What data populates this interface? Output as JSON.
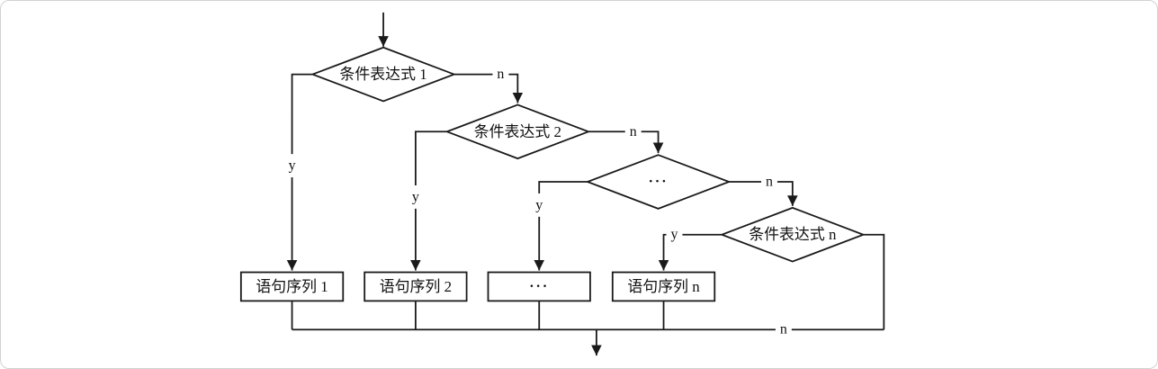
{
  "figure": {
    "kind": "flowchart",
    "background_color": "#ffffff",
    "line_color": "#1a1a1a",
    "text_color": "#111111",
    "decisions": [
      {
        "label": "条件表达式 1"
      },
      {
        "label": "条件表达式 2"
      },
      {
        "label": "···"
      },
      {
        "label": "条件表达式 n"
      }
    ],
    "processes": [
      {
        "label": "语句序列 1"
      },
      {
        "label": "语句序列 2"
      },
      {
        "label": "···"
      },
      {
        "label": "语句序列 n"
      }
    ],
    "branch_labels": {
      "yes": "y",
      "no": "n"
    }
  }
}
